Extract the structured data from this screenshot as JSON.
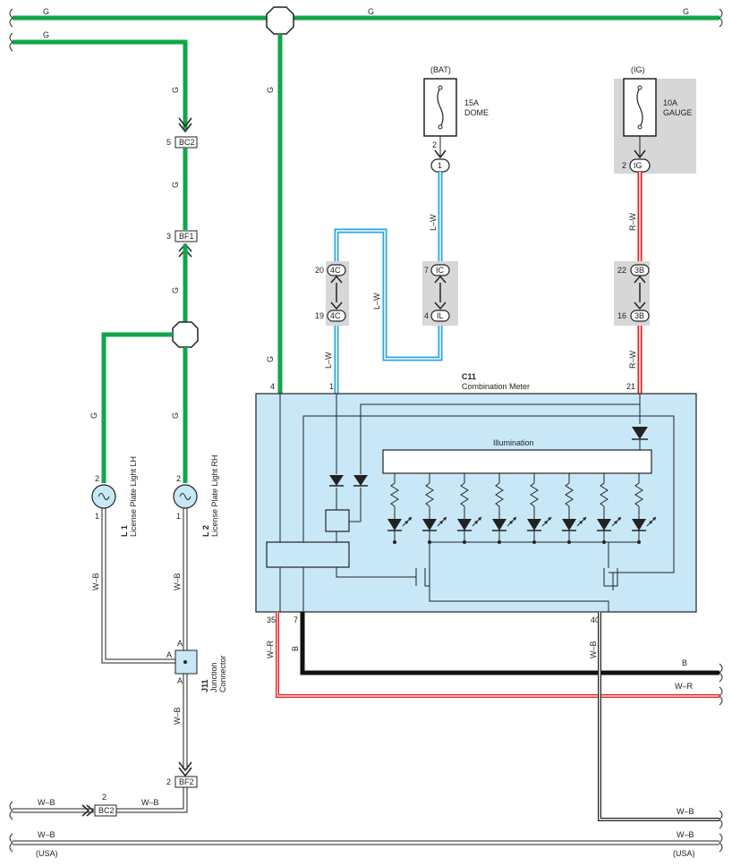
{
  "wires": {
    "g_top_left": "G",
    "g_top_mid": "G",
    "g_top_right": "G",
    "g_second": "G",
    "g_vert_1": "G",
    "g_vert_2": "G",
    "g_vert_3": "G",
    "g_lh": "G",
    "g_rh": "G",
    "g_meter": "G",
    "lw_fuse": "L–W",
    "lw_loop": "L–W",
    "lw_meter": "L–W",
    "rw_fuse": "R–W",
    "rw_meter": "R–W",
    "wb_lh": "W–B",
    "wb_rh": "W–B",
    "wb_j11": "W–B",
    "wb_bottom_left1": "W–B",
    "wb_bottom_left2": "W–B",
    "wb_meter": "W–B",
    "wr_meter": "W–R",
    "b_meter": "B",
    "b_right": "B",
    "wr_right": "W–R",
    "wb_right1": "W–B",
    "wb_left_usa": "W–B",
    "wb_right_usa": "W–B",
    "usa_left": "(USA)",
    "usa_right": "(USA)"
  },
  "fuses": {
    "dome": {
      "source": "(BAT)",
      "rating": "15A",
      "name": "DOME",
      "pin": "2",
      "conn": "1"
    },
    "gauge": {
      "source": "(IG)",
      "rating": "10A",
      "name": "GAUGE",
      "pin": "2",
      "conn": "IG"
    }
  },
  "connectors": {
    "bc2_top": {
      "pin": "5",
      "name": "BC2"
    },
    "bf1": {
      "pin": "3",
      "name": "BF1"
    },
    "bf2": {
      "pin": "2",
      "name": "BF2"
    },
    "bc2_bottom": {
      "pin": "2",
      "name": "BC2"
    },
    "c4_top": {
      "pin": "20",
      "name": "4C"
    },
    "c4_bot": {
      "pin": "19",
      "name": "4C"
    },
    "ic": {
      "pin": "7",
      "name": "IC"
    },
    "il": {
      "pin": "4",
      "name": "IL"
    },
    "b3_top": {
      "pin": "22",
      "name": "3B"
    },
    "b3_bot": {
      "pin": "16",
      "name": "3B"
    }
  },
  "lights": {
    "l1": {
      "id": "L 1",
      "name": "License Plate Light LH",
      "pin_top": "2",
      "pin_bot": "1"
    },
    "l2": {
      "id": "L 2",
      "name": "License Plate Light RH",
      "pin_top": "2",
      "pin_bot": "1"
    }
  },
  "junction": {
    "id": "J11",
    "name1": "Junction",
    "name2": "Connector",
    "pin_a1": "A",
    "pin_a2": "A",
    "pin_a3": "A"
  },
  "meter": {
    "id": "C11",
    "name": "Combination Meter",
    "illumination": "Illumination",
    "pin_g": "4",
    "pin_lw": "1",
    "pin_rw": "21",
    "pin_wr": "35",
    "pin_b": "7",
    "pin_wb": "40"
  },
  "colors": {
    "green": "#10a64a",
    "blue": "#2aa6e0",
    "red": "#e02020",
    "meter_fill": "#c8e8f8"
  }
}
